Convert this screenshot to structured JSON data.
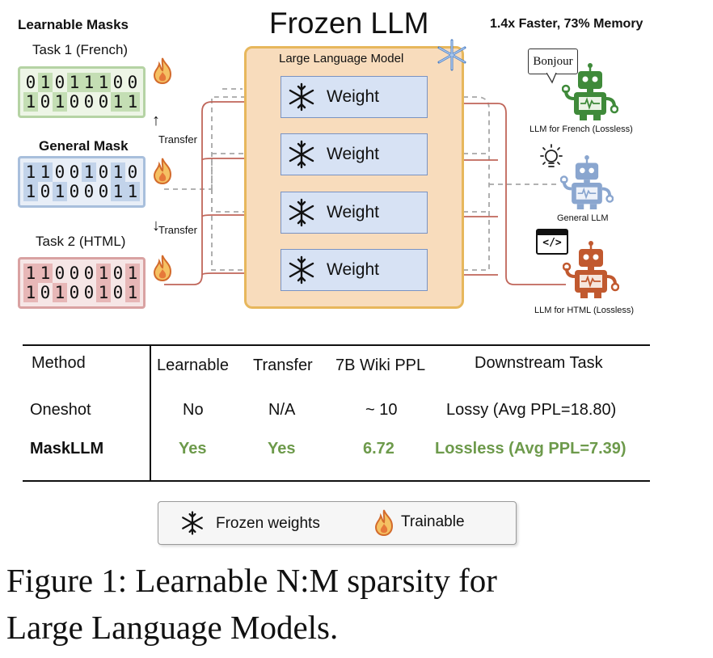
{
  "labels": {
    "learnable_masks": "Learnable Masks",
    "frozen_llm": "Frozen LLM",
    "speed_memory": "1.4x Faster, 73% Memory",
    "task1": "Task 1 (French)",
    "general_mask": "General Mask",
    "transfer": "Transfer",
    "task2": "Task 2 (HTML)",
    "large_language_model": "Large Language Model"
  },
  "masks": {
    "task1": [
      [
        0,
        1,
        0,
        1,
        1,
        1,
        0,
        0
      ],
      [
        1,
        0,
        1,
        0,
        0,
        0,
        1,
        1
      ]
    ],
    "general": [
      [
        1,
        1,
        0,
        0,
        1,
        0,
        1,
        0
      ],
      [
        1,
        0,
        1,
        0,
        0,
        0,
        1,
        1
      ]
    ],
    "task2": [
      [
        1,
        1,
        0,
        0,
        0,
        1,
        0,
        1
      ],
      [
        1,
        0,
        1,
        0,
        0,
        1,
        0,
        1
      ]
    ]
  },
  "weights": [
    "Weight",
    "Weight",
    "Weight",
    "Weight"
  ],
  "outputs": {
    "bubble": "Bonjour",
    "french": "LLM for French (Lossless)",
    "general": "General LLM",
    "html_code": "</>",
    "html": "LLM for HTML (Lossless)"
  },
  "table": {
    "headers": [
      "Method",
      "Learnable",
      "Transfer",
      "7B Wiki PPL",
      "Downstream Task"
    ],
    "rows": [
      [
        "Oneshot",
        "No",
        "N/A",
        "~ 10",
        "Lossy (Avg PPL=18.80)"
      ],
      [
        "MaskLLM",
        "Yes",
        "Yes",
        "6.72",
        "Lossless (Avg PPL=7.39)"
      ]
    ]
  },
  "legend": {
    "frozen": "Frozen weights",
    "trainable": "Trainable"
  },
  "caption": {
    "line1": "Figure 1:  Learnable N:M sparsity for",
    "line2": "Large Language Models."
  },
  "colors": {
    "green": "#6d9a4b",
    "orange": "#e7b75c",
    "red_line": "#c0665a",
    "blue_robot": "#8aa6cf",
    "red_robot": "#c1592f",
    "green_robot": "#3f8a3a"
  }
}
